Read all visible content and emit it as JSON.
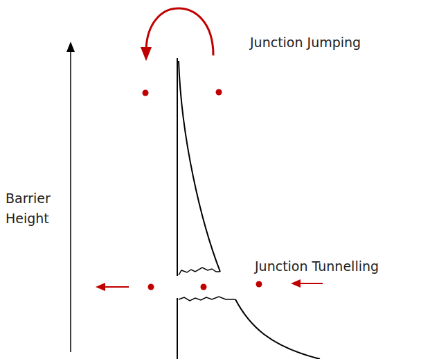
{
  "diagram": {
    "labels": [
      "Junction Jumping",
      "Barrier Height",
      "Junction Tunnelling"
    ]
  }
}
